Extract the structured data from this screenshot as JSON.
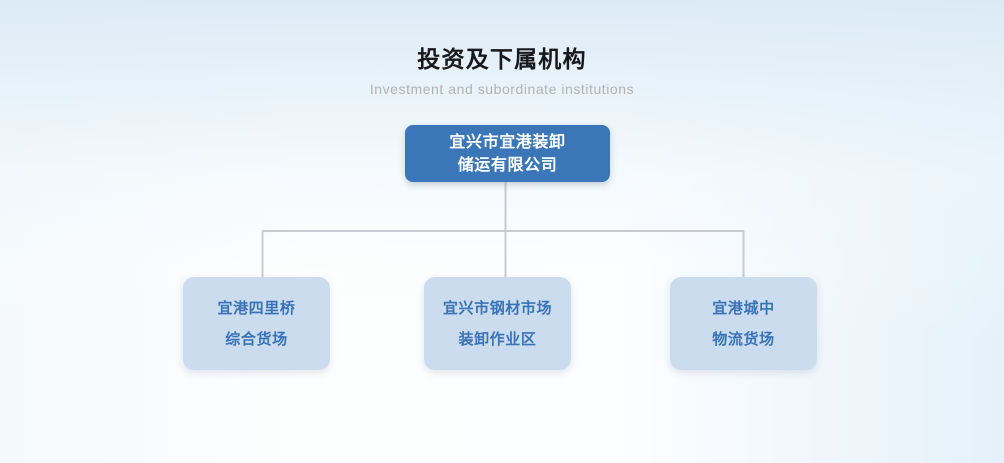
{
  "header": {
    "title": "投资及下属机构",
    "subtitle": "Investment and subordinate institutions"
  },
  "colors": {
    "root_fill": "#3a76b8",
    "root_text": "#ffffff",
    "child_fill": "#ccdcef",
    "child_text": "#3973b8",
    "connector": "#c8cbd0",
    "title_text": "#16181c",
    "subtitle_text": "#b0b2b5",
    "background_top": "#dbeaf6",
    "background_bottom": "#ffffff"
  },
  "chart_data": {
    "type": "org-chart",
    "title": "投资及下属机构",
    "subtitle": "Investment and subordinate institutions",
    "orientation": "top-down",
    "levels": 2,
    "root": {
      "id": "root",
      "lines": [
        "宜兴市宜港装卸",
        "储运有限公司"
      ],
      "full_text": "宜兴市宜港装卸储运有限公司",
      "style": "primary"
    },
    "children": [
      {
        "id": "child-0",
        "lines": [
          "宜港四里桥",
          "综合货场"
        ],
        "full_text": "宜港四里桥综合货场",
        "style": "secondary"
      },
      {
        "id": "child-1",
        "lines": [
          "宜兴市钢材市场",
          "装卸作业区"
        ],
        "full_text": "宜兴市钢材市场装卸作业区",
        "style": "secondary"
      },
      {
        "id": "child-2",
        "lines": [
          "宜港城中",
          "物流货场"
        ],
        "full_text": "宜港城中物流货场",
        "style": "secondary"
      }
    ],
    "edges": [
      {
        "from": "root",
        "to": "child-0"
      },
      {
        "from": "root",
        "to": "child-1"
      },
      {
        "from": "root",
        "to": "child-2"
      }
    ]
  }
}
